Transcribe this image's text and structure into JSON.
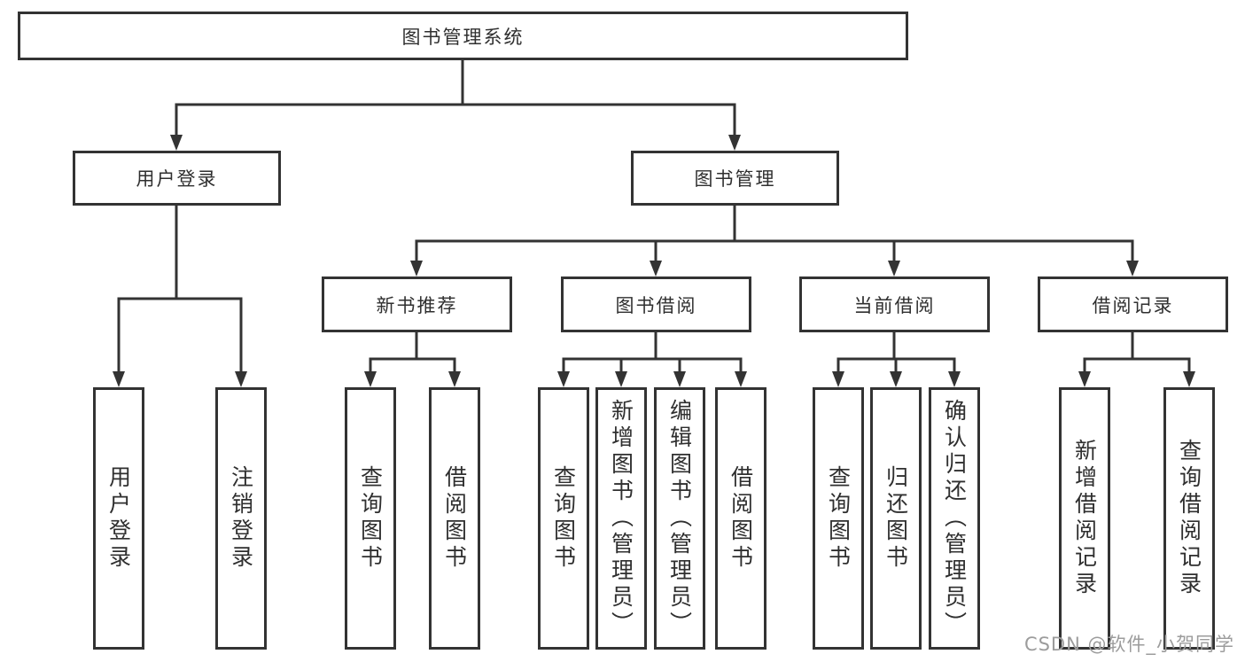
{
  "tree": {
    "label": "图书管理系统",
    "children": [
      {
        "label": "用户登录",
        "children": [
          {
            "label": "用户登录"
          },
          {
            "label": "注销登录"
          }
        ]
      },
      {
        "label": "图书管理",
        "children": [
          {
            "label": "新书推荐",
            "children": [
              {
                "label": "查询图书"
              },
              {
                "label": "借阅图书"
              }
            ]
          },
          {
            "label": "图书借阅",
            "children": [
              {
                "label": "查询图书"
              },
              {
                "label": "新增图书（管理员）"
              },
              {
                "label": "编辑图书（管理员）"
              },
              {
                "label": "借阅图书"
              }
            ]
          },
          {
            "label": "当前借阅",
            "children": [
              {
                "label": "查询图书"
              },
              {
                "label": "归还图书"
              },
              {
                "label": "确认归还（管理员）"
              }
            ]
          },
          {
            "label": "借阅记录",
            "children": [
              {
                "label": "新增借阅记录"
              },
              {
                "label": "查询借阅记录"
              }
            ]
          }
        ]
      }
    ]
  },
  "watermark": {
    "text": "CSDN @软件_小贺同学"
  },
  "colors": {
    "line": "#333333",
    "text": "#2f2f2f",
    "watermark": "#9c9c9c",
    "background": "#ffffff"
  }
}
